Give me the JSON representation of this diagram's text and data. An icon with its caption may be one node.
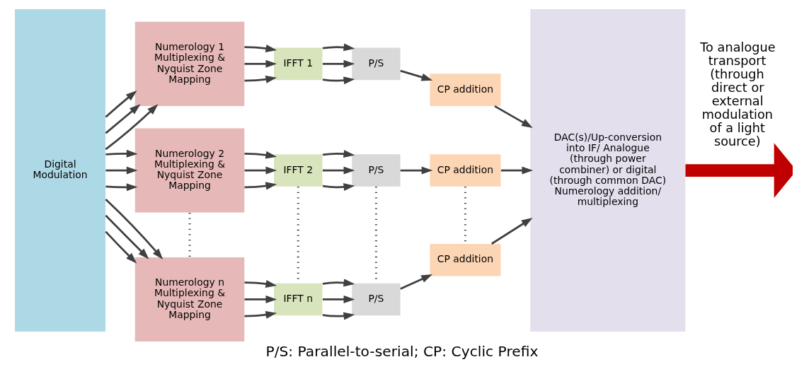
{
  "diagram": {
    "caption": "P/S: Parallel-to-serial; CP: Cyclic Prefix",
    "nodes": [
      {
        "text": [
          "Digital Modulation"
        ]
      },
      {
        "text": [
          "Numerology 1 Multiplexing & Nyquist Zone Mapping"
        ]
      },
      {
        "text": [
          "IFFT 1"
        ]
      },
      {
        "text": [
          "P/S"
        ]
      },
      {
        "text": [
          "CP addition"
        ]
      },
      {
        "text": [
          "Numerology 2 Multiplexing & Nyquist Zone Mapping"
        ]
      },
      {
        "text": [
          "IFFT 2"
        ]
      },
      {
        "text": [
          "P/S"
        ]
      },
      {
        "text": [
          "CP addition"
        ]
      },
      {
        "text": [
          "Numerology n Multiplexing & Nyquist Zone Mapping"
        ]
      },
      {
        "text": [
          "IFFT n"
        ]
      },
      {
        "text": [
          "P/S"
        ]
      },
      {
        "text": [
          "CP addition"
        ]
      },
      {
        "text": [
          "DAC(s)/Up-conversion into IF/ Analogue (through power combiner) or digital (through common DAC) Numerology addition/ multiplexing"
        ]
      }
    ],
    "edges": [
      {
        "from": 0,
        "to": 1,
        "arrow": "to"
      },
      {
        "from": 0,
        "to": 1,
        "arrow": "to"
      },
      {
        "from": 0,
        "to": 1,
        "arrow": "to"
      },
      {
        "from": 1,
        "to": 2,
        "arrow": "to"
      },
      {
        "from": 1,
        "to": 2,
        "arrow": "to"
      },
      {
        "from": 1,
        "to": 2,
        "arrow": "to"
      },
      {
        "from": 2,
        "to": 3,
        "arrow": "to"
      },
      {
        "from": 2,
        "to": 3,
        "arrow": "to"
      },
      {
        "from": 2,
        "to": 3,
        "arrow": "to"
      },
      {
        "from": 3,
        "to": 4,
        "arrow": "to"
      },
      {
        "from": 4,
        "to": 13,
        "arrow": "to"
      },
      {
        "from": 0,
        "to": 5,
        "arrow": "to"
      },
      {
        "from": 0,
        "to": 5,
        "arrow": "to"
      },
      {
        "from": 0,
        "to": 5,
        "arrow": "to"
      },
      {
        "from": 5,
        "to": 6,
        "arrow": "to"
      },
      {
        "from": 5,
        "to": 6,
        "arrow": "to"
      },
      {
        "from": 5,
        "to": 6,
        "arrow": "to"
      },
      {
        "from": 6,
        "to": 7,
        "arrow": "to"
      },
      {
        "from": 6,
        "to": 7,
        "arrow": "to"
      },
      {
        "from": 6,
        "to": 7,
        "arrow": "to"
      },
      {
        "from": 7,
        "to": 8,
        "arrow": "to"
      },
      {
        "from": 8,
        "to": 13,
        "arrow": "to"
      },
      {
        "from": 0,
        "to": 9,
        "arrow": "to"
      },
      {
        "from": 0,
        "to": 9,
        "arrow": "to"
      },
      {
        "from": 0,
        "to": 9,
        "arrow": "to"
      },
      {
        "from": 9,
        "to": 10,
        "arrow": "to"
      },
      {
        "from": 9,
        "to": 10,
        "arrow": "to"
      },
      {
        "from": 9,
        "to": 10,
        "arrow": "to"
      },
      {
        "from": 10,
        "to": 11,
        "arrow": "to"
      },
      {
        "from": 10,
        "to": 11,
        "arrow": "to"
      },
      {
        "from": 10,
        "to": 11,
        "arrow": "to"
      },
      {
        "from": 11,
        "to": 12,
        "arrow": "to"
      },
      {
        "from": 12,
        "to": 13,
        "arrow": "to"
      },
      {
        "from": 5,
        "to": 9,
        "arrow": "none",
        "style": "dashed"
      },
      {
        "from": 6,
        "to": 10,
        "arrow": "none",
        "style": "dashed"
      },
      {
        "from": 7,
        "to": 11,
        "arrow": "none",
        "style": "dashed"
      },
      {
        "from": 8,
        "to": 12,
        "arrow": "none",
        "style": "dashed"
      },
      {
        "from": 13,
        "to": null,
        "arrow": "to",
        "label": "To analogue transport (through direct or external modulation of a light source)",
        "style": "thick",
        "color": "#c00000"
      }
    ]
  }
}
